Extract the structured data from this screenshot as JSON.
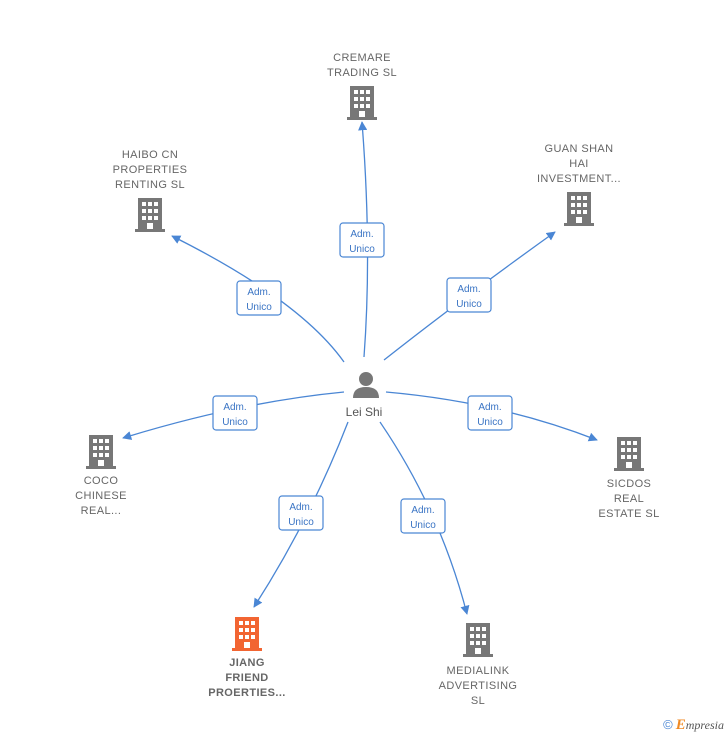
{
  "center": {
    "name": "Lei Shi",
    "icon": "person-icon"
  },
  "relation_label": [
    "Adm.",
    "Unico"
  ],
  "companies": [
    {
      "id": "cremare",
      "lines": [
        "CREMARE",
        "TRADING  SL"
      ],
      "color": "#777777"
    },
    {
      "id": "haibo",
      "lines": [
        "HAIBO CN",
        "PROPERTIES",
        "RENTING  SL"
      ],
      "color": "#777777"
    },
    {
      "id": "guanshan",
      "lines": [
        "GUAN SHAN",
        "HAI",
        "INVESTMENT..."
      ],
      "color": "#777777"
    },
    {
      "id": "coco",
      "lines": [
        "COCO",
        "CHINESE",
        "REAL..."
      ],
      "color": "#777777"
    },
    {
      "id": "sicdos",
      "lines": [
        "SICDOS",
        "REAL",
        "ESTATE  SL"
      ],
      "color": "#777777"
    },
    {
      "id": "jiang",
      "lines": [
        "JIANG",
        "FRIEND",
        "PROERTIES..."
      ],
      "color": "#f26532",
      "highlight": true
    },
    {
      "id": "medialink",
      "lines": [
        "MEDIALINK",
        "ADVERTISING",
        "SL"
      ],
      "color": "#777777"
    }
  ],
  "footer": {
    "copyright": "©",
    "brand_initial": "E",
    "brand_rest": "mpresia"
  },
  "colors": {
    "edge": "#4a86d4",
    "building": "#777777",
    "highlight": "#f26532"
  }
}
